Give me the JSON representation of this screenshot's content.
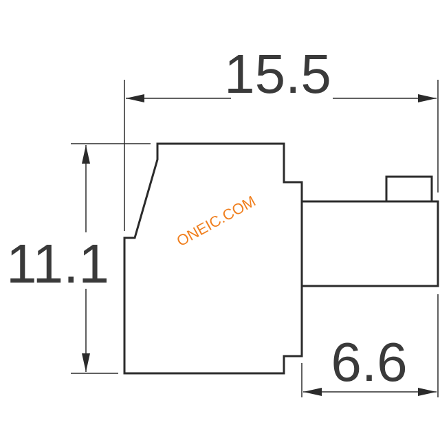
{
  "dimensions": {
    "width_overall": "15.5",
    "height_overall": "11.1",
    "tail_length": "6.6"
  },
  "watermark": {
    "text": "ONEIC.COM"
  },
  "colors": {
    "line": "#2b2b2b",
    "text": "#3a3a3a",
    "watermark": "#f07f1e",
    "background": "#ffffff"
  }
}
